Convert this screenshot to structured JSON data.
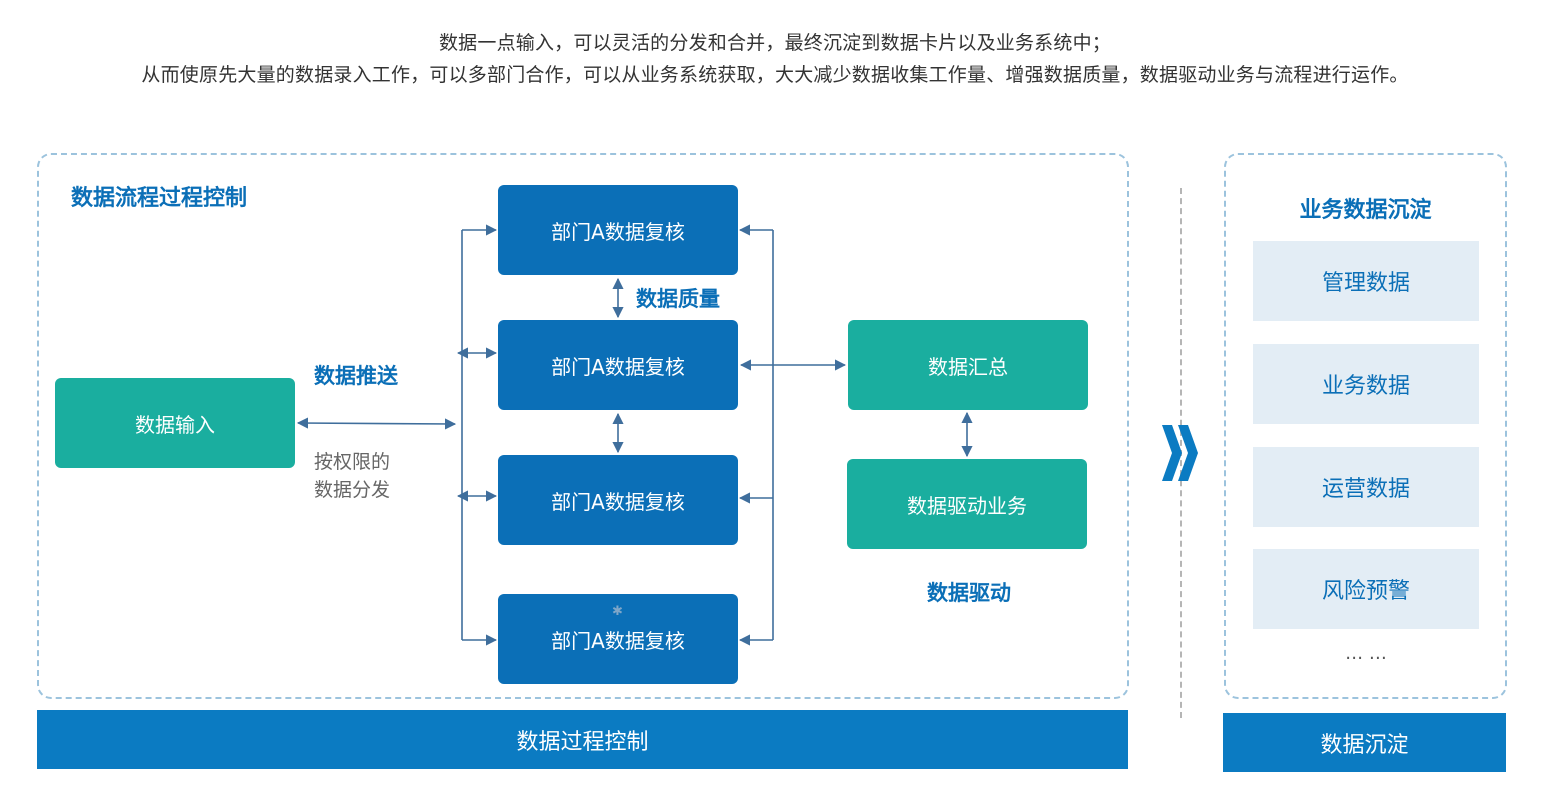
{
  "intro": {
    "line1": "数据一点输入，可以灵活的分发和合并，最终沉淀到数据卡片以及业务系统中；",
    "line2": "从而使原先大量的数据录入工作，可以多部门合作，可以从业务系统获取，大大减少数据收集工作量、增强数据质量，数据驱动业务与流程进行运作。"
  },
  "left_panel": {
    "title": "数据流程过程控制",
    "input_box": "数据输入",
    "push_label": "数据推送",
    "distribute_note_line1": "按权限的",
    "distribute_note_line2": "数据分发",
    "review_boxes": [
      "部门A数据复核",
      "部门A数据复核",
      "部门A数据复核",
      "部门A数据复核"
    ],
    "quality_label": "数据质量",
    "summary_box": "数据汇总",
    "drive_box": "数据驱动业务",
    "drive_label": "数据驱动",
    "footer": "数据过程控制"
  },
  "right_panel": {
    "title": "业务数据沉淀",
    "cards": [
      "管理数据",
      "业务数据",
      "运营数据",
      "风险预警"
    ],
    "ellipsis": "… …",
    "footer": "数据沉淀"
  },
  "colors": {
    "blue": "#0b6fb7",
    "green": "#1aae9f",
    "footer_blue": "#0b7bc2",
    "card_bg": "#e3edf5",
    "connector": "#3f6e9c"
  }
}
